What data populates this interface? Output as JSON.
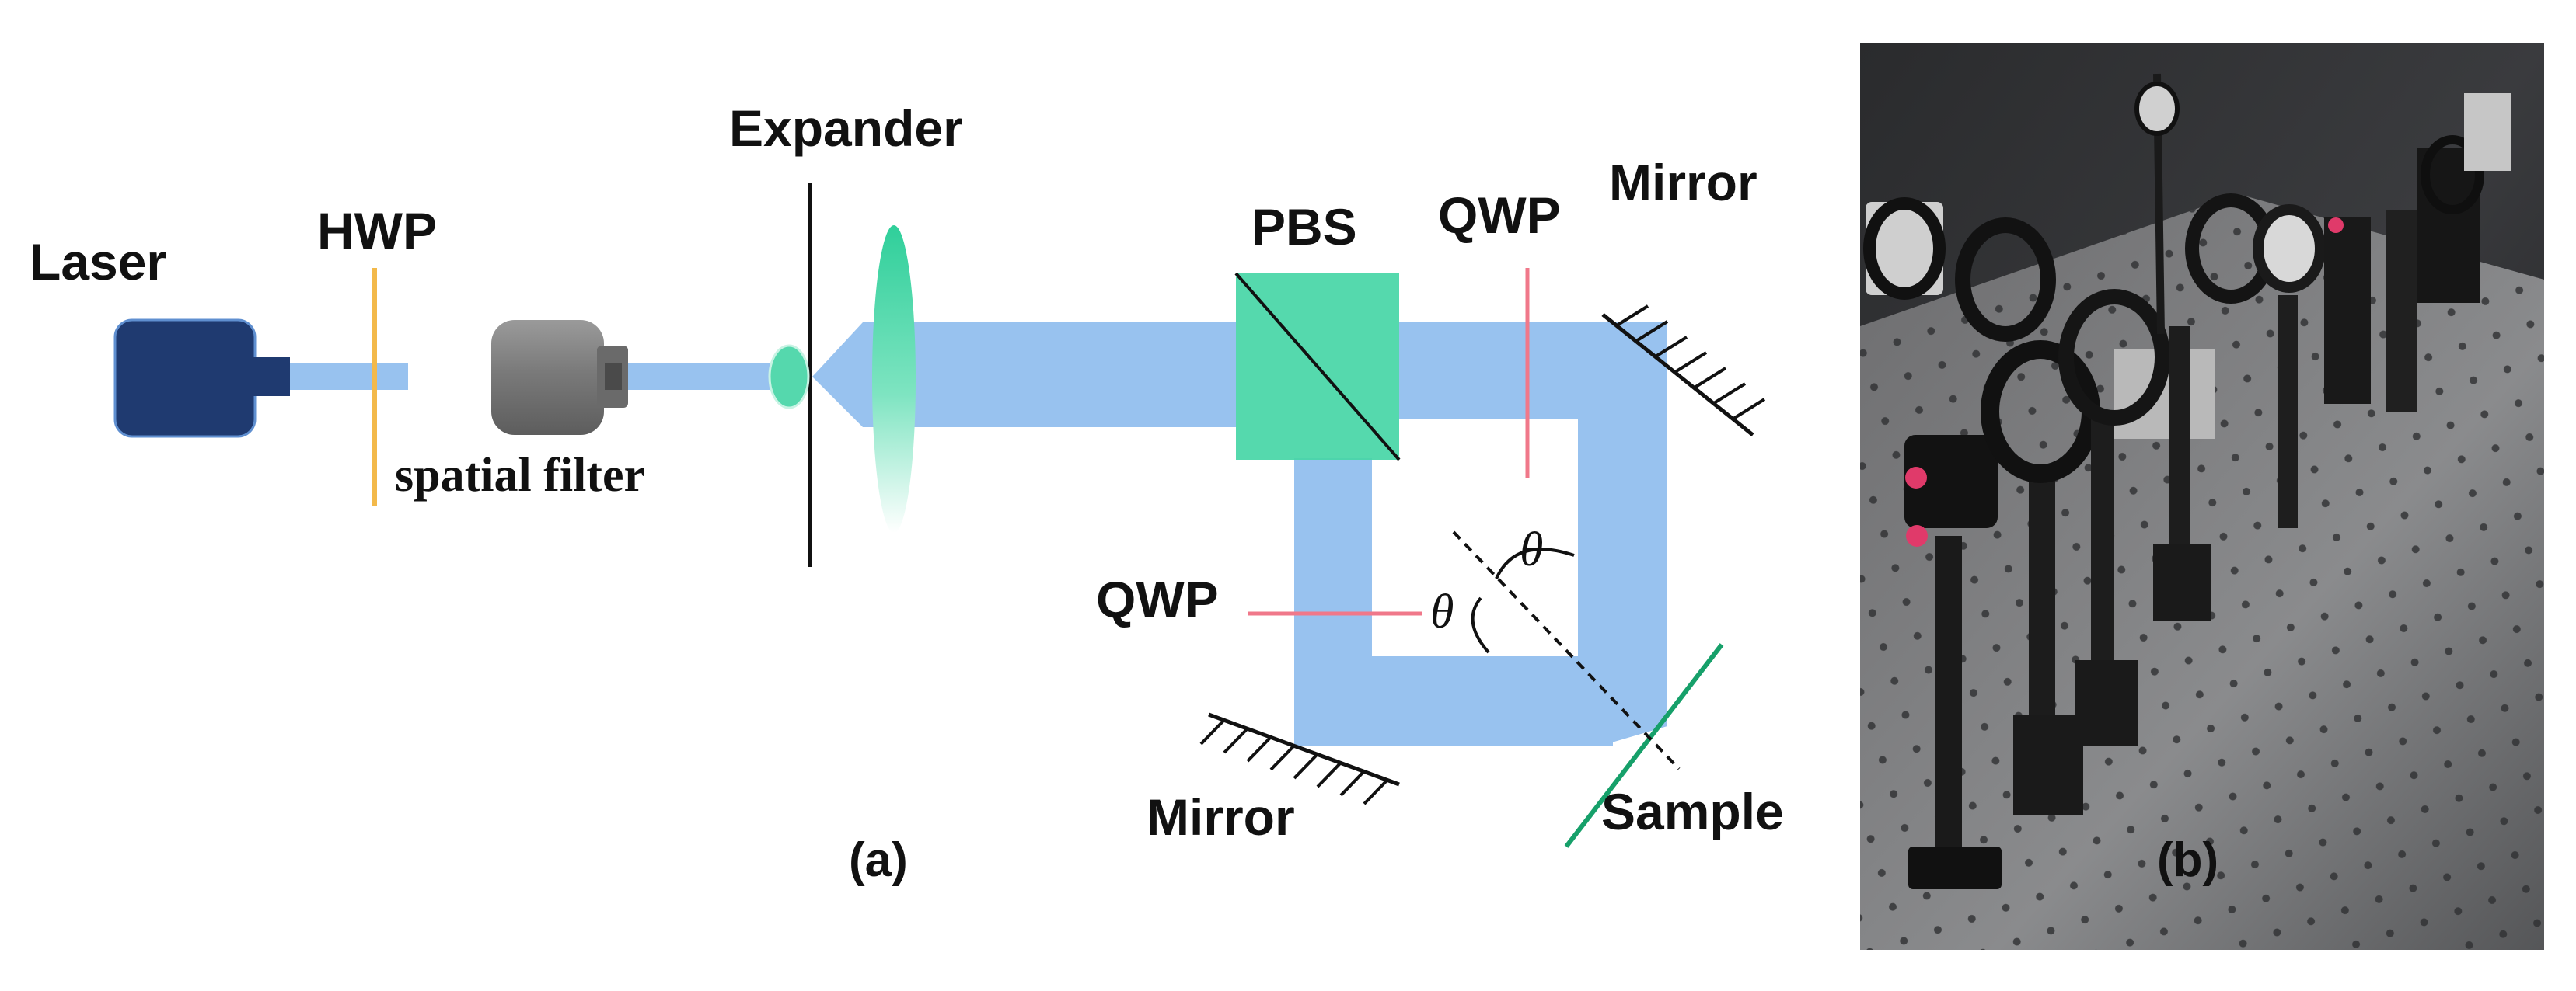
{
  "panel_a": {
    "caption": "(a)",
    "labels": {
      "laser": "Laser",
      "hwp": "HWP",
      "spatial_filter": "spatial filter",
      "expander": "Expander",
      "pbs": "PBS",
      "qwp_top": "QWP",
      "mirror_top": "Mirror",
      "qwp_bottom": "QWP",
      "mirror_bottom": "Mirror",
      "sample": "Sample",
      "theta_1": "θ",
      "theta_2": "θ"
    }
  },
  "panel_b": {
    "caption": "(b)"
  },
  "colors": {
    "beam": "#98c2ef",
    "laser_body": "#1f3a70",
    "hwp": "#f3b94a",
    "qwp": "#f0788a",
    "pbs": "#47d6a6",
    "lens": "#2fcf9a",
    "sample": "#16a06a"
  }
}
